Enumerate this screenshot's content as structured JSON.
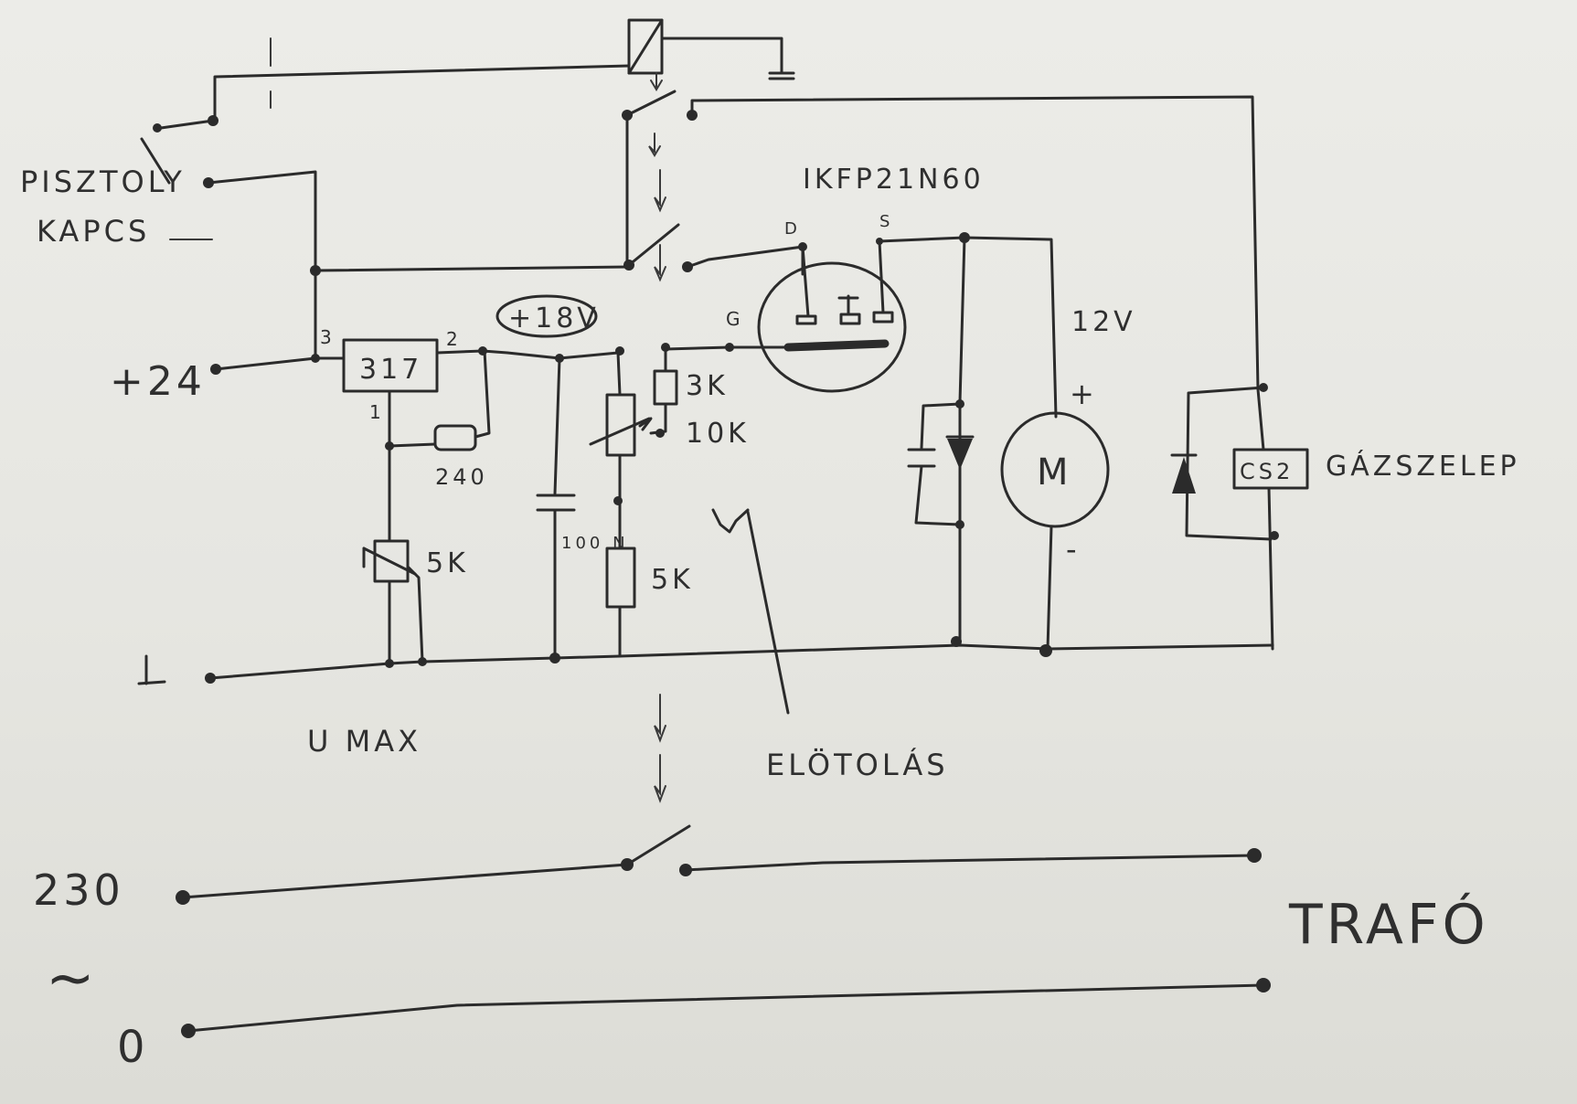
{
  "labels": {
    "pisztoly": "PISZTOLY",
    "kapcs": "KAPCS",
    "plus24": "+24",
    "reg": "317",
    "pin3": "3",
    "pin2": "2",
    "pin1": "1",
    "r240": "240",
    "pot5k": "5K",
    "vmax": "U MAX",
    "v18": "+18V",
    "c100n": "100 N",
    "r3k": "3K",
    "pot10k": "10K",
    "r5k": "5K",
    "mosfet": "IKFP21N60",
    "d": "D",
    "s": "S",
    "g": "G",
    "v12": "12V",
    "plus": "+",
    "minus": "-",
    "motor": "M",
    "gazszelep": "GÁZSZELEP",
    "valve_box": "CS2",
    "elotolas": "ELÖTOLÁS",
    "v230": "230",
    "tilde": "~",
    "zero": "0",
    "trafo": "TRAFÓ"
  },
  "colors": {
    "ink": "#2b2b2b",
    "paper": "#e8e8e3"
  }
}
